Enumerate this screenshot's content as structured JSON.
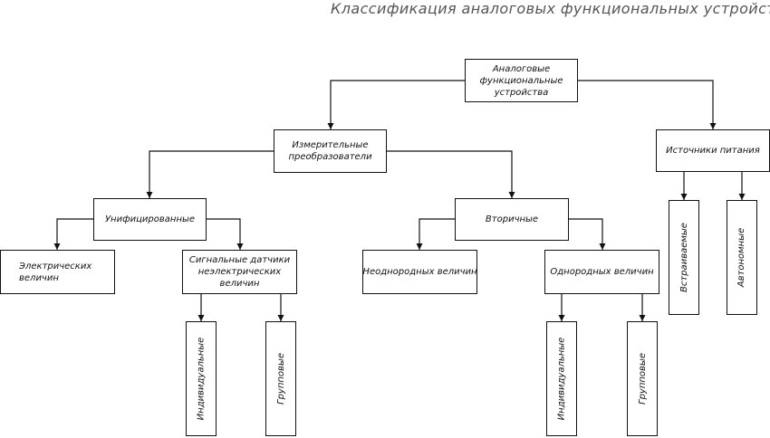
{
  "diagram": {
    "title": "Классификация аналоговых функциональных устройств",
    "nodes": {
      "root": "Аналоговые функциональные устройства",
      "measuring": "Измерительные преобразователи",
      "power": "Источники питания",
      "unified": "Унифицированные",
      "secondary": "Вторичные",
      "electrical": "Электрических величин",
      "signal_sensors": "Сигнальные датчики неэлектрических величин",
      "heterogeneous": "Неоднородных величин",
      "homogeneous": "Однородных величин",
      "builtin": "Встраиваемые",
      "autonomous": "Автономные",
      "individual_1": "Индивидуальные",
      "group_1": "Групповые",
      "individual_2": "Индивидуальные",
      "group_2": "Групповые"
    }
  }
}
